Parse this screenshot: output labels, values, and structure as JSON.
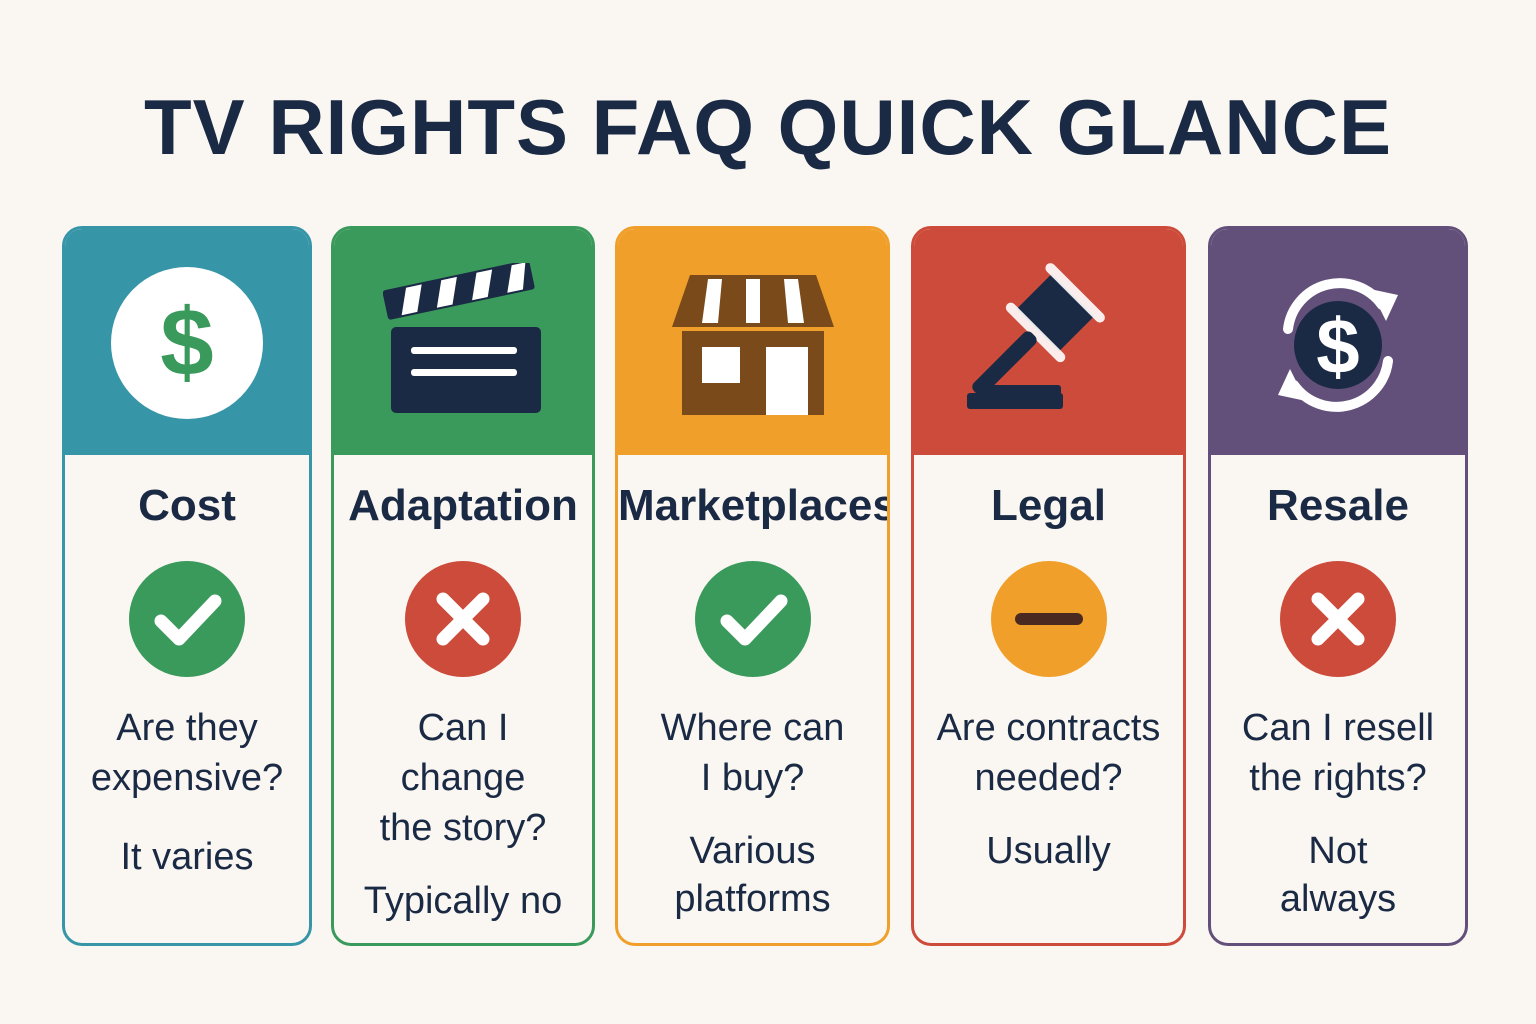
{
  "title": "TV RIGHTS FAQ QUICK GLANCE",
  "colors": {
    "cost": "#3795a8",
    "adaptation": "#3a9a5c",
    "marketplaces": "#f0a02a",
    "legal": "#cc4b3a",
    "resale": "#62507a",
    "navy": "#1b2a44",
    "check": "#3a9a5c",
    "cross": "#cc4b3a",
    "neutral": "#f0a02a"
  },
  "cards": [
    {
      "label": "Cost",
      "icon": "dollar-icon",
      "status": "yes",
      "question": [
        "Are they",
        "expensive?"
      ],
      "answer": [
        "It varies"
      ]
    },
    {
      "label": "Adaptation",
      "icon": "clapperboard-icon",
      "status": "no",
      "question": [
        "Can I",
        "change",
        "the story?"
      ],
      "answer": [
        "Typically no"
      ]
    },
    {
      "label": "Marketplaces",
      "icon": "storefront-icon",
      "status": "yes",
      "question": [
        "Where can",
        "I buy?"
      ],
      "answer": [
        "Various",
        "platforms"
      ]
    },
    {
      "label": "Legal",
      "icon": "gavel-icon",
      "status": "neutral",
      "question": [
        "Are contracts",
        "needed?"
      ],
      "answer": [
        "Usually"
      ]
    },
    {
      "label": "Resale",
      "icon": "dollar-cycle-icon",
      "status": "no",
      "question": [
        "Can I resell",
        "the rights?"
      ],
      "answer": [
        "Not",
        "always"
      ]
    }
  ]
}
